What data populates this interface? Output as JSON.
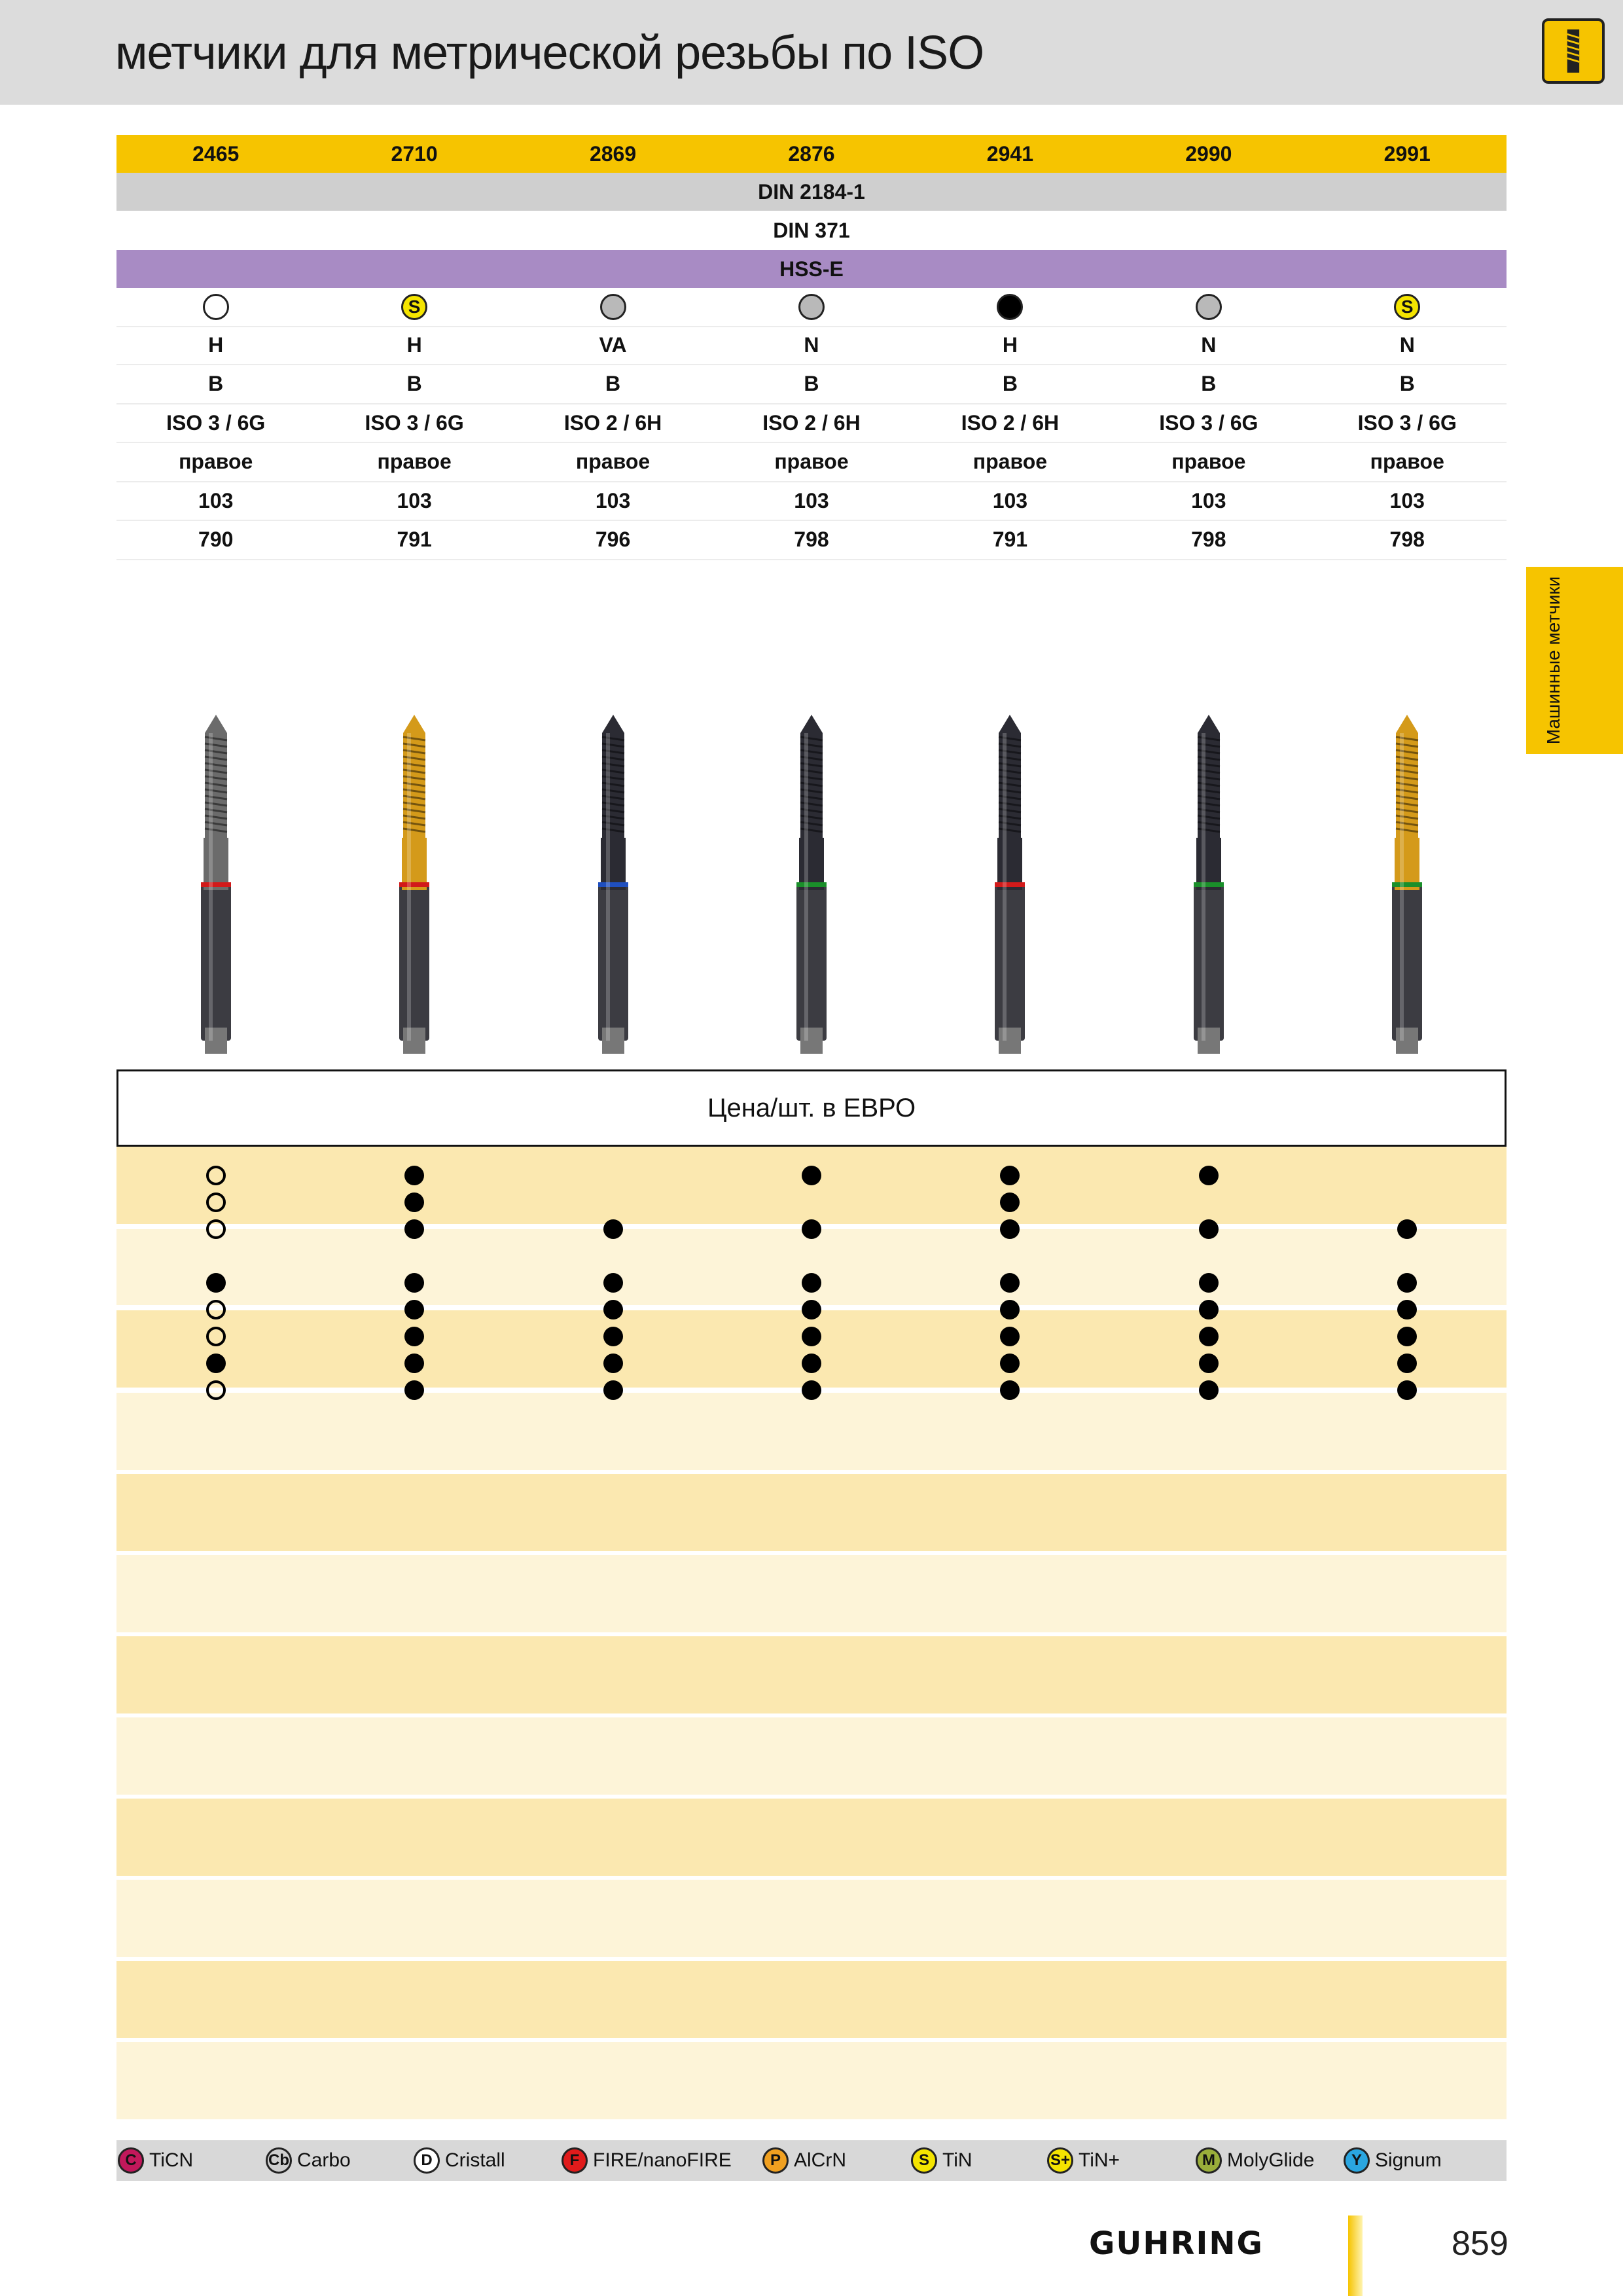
{
  "header": {
    "title": "метчики для метрической резьбы по  ISO"
  },
  "side_tab": {
    "label": "Машинные метчики"
  },
  "table": {
    "articles": [
      "2465",
      "2710",
      "2869",
      "2876",
      "2941",
      "2990",
      "2991"
    ],
    "standard_1": "DIN 2184-1",
    "standard_2": "DIN 371",
    "material": "HSS-E",
    "coatings": [
      {
        "type": "white",
        "label": ""
      },
      {
        "type": "yellow",
        "label": "S"
      },
      {
        "type": "grey",
        "label": ""
      },
      {
        "type": "grey",
        "label": ""
      },
      {
        "type": "black",
        "label": ""
      },
      {
        "type": "grey",
        "label": ""
      },
      {
        "type": "yellow",
        "label": "S"
      }
    ],
    "rows": [
      [
        "H",
        "H",
        "VA",
        "N",
        "H",
        "N",
        "N"
      ],
      [
        "B",
        "B",
        "B",
        "B",
        "B",
        "B",
        "B"
      ],
      [
        "ISO 3 / 6G",
        "ISO 3 / 6G",
        "ISO 2 / 6H",
        "ISO 2 / 6H",
        "ISO 2 / 6H",
        "ISO 3 / 6G",
        "ISO 3 / 6G"
      ],
      [
        "правое",
        "правое",
        "правое",
        "правое",
        "правое",
        "правое",
        "правое"
      ],
      [
        "103",
        "103",
        "103",
        "103",
        "103",
        "103",
        "103"
      ],
      [
        "790",
        "791",
        "796",
        "798",
        "791",
        "798",
        "798"
      ]
    ]
  },
  "tools": {
    "colors": [
      {
        "tip": "#6b6b6b",
        "ring": "#d21a1a"
      },
      {
        "tip": "#d49a1a",
        "ring": "#d21a1a"
      },
      {
        "tip": "#2b2b33",
        "ring": "#1f4fbf"
      },
      {
        "tip": "#2b2b33",
        "ring": "#1a8f2a"
      },
      {
        "tip": "#2b2b33",
        "ring": "#d21a1a"
      },
      {
        "tip": "#2b2b33",
        "ring": "#1a8f2a"
      },
      {
        "tip": "#d49a1a",
        "ring": "#1a8f2a"
      }
    ]
  },
  "price": {
    "label": "Цена/шт. в ЕВРО"
  },
  "availability": [
    [
      "ring",
      "full",
      "",
      "full",
      "full",
      "full",
      ""
    ],
    [
      "ring",
      "full",
      "",
      "",
      "full",
      "",
      ""
    ],
    [
      "ring",
      "full",
      "full",
      "full",
      "full",
      "full",
      "full"
    ],
    [
      "full",
      "full",
      "full",
      "full",
      "full",
      "full",
      "full"
    ],
    [
      "ring",
      "full",
      "full",
      "full",
      "full",
      "full",
      "full"
    ],
    [
      "ring",
      "full",
      "full",
      "full",
      "full",
      "full",
      "full"
    ],
    [
      "full",
      "full",
      "full",
      "full",
      "full",
      "full",
      "full"
    ],
    [
      "ring",
      "full",
      "full",
      "full",
      "full",
      "full",
      "full"
    ]
  ],
  "legend": [
    {
      "badge": "C",
      "label": "TiCN",
      "color": "#c2185b"
    },
    {
      "badge": "Cb",
      "label": "Carbo",
      "color": "#cfcfcf"
    },
    {
      "badge": "D",
      "label": "Cristall",
      "color": "#ffffff"
    },
    {
      "badge": "F",
      "label": "FIRE/nanoFIRE",
      "color": "#e01b1b"
    },
    {
      "badge": "P",
      "label": "AlCrN",
      "color": "#f0a020"
    },
    {
      "badge": "S",
      "label": "TiN",
      "color": "#f4e400"
    },
    {
      "badge": "S+",
      "label": "TiN+",
      "color": "#f4e400"
    },
    {
      "badge": "M",
      "label": "MolyGlide",
      "color": "#9aae3a"
    },
    {
      "badge": "Y",
      "label": "Signum",
      "color": "#2aa6e0"
    }
  ],
  "footer": {
    "brand": "GUHRING",
    "page": "859"
  }
}
